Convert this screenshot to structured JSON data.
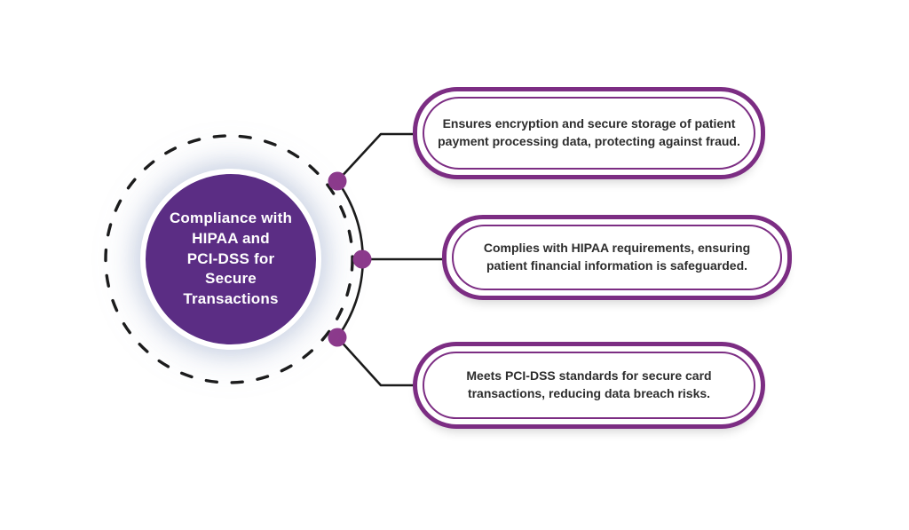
{
  "colors": {
    "border_purple": "#7c2d83",
    "circle_purple": "#5b2d84",
    "dot_purple": "#8c3a8c",
    "line_black": "#1b1b1b",
    "text_dark": "#2d2d2d",
    "background": "#ffffff"
  },
  "center": {
    "title": "Compliance with HIPAA and PCI-DSS for Secure Transactions",
    "lines": [
      "Compliance with",
      "HIPAA and",
      "PCI-DSS for",
      "Secure",
      "Transactions"
    ]
  },
  "items": [
    {
      "text": "Ensures encryption and secure storage of patient payment processing data, protecting against fraud."
    },
    {
      "text": "Complies with HIPAA requirements, ensuring patient financial information is safeguarded."
    },
    {
      "text": "Meets PCI-DSS standards for secure card transactions, reducing data breach risks."
    }
  ]
}
